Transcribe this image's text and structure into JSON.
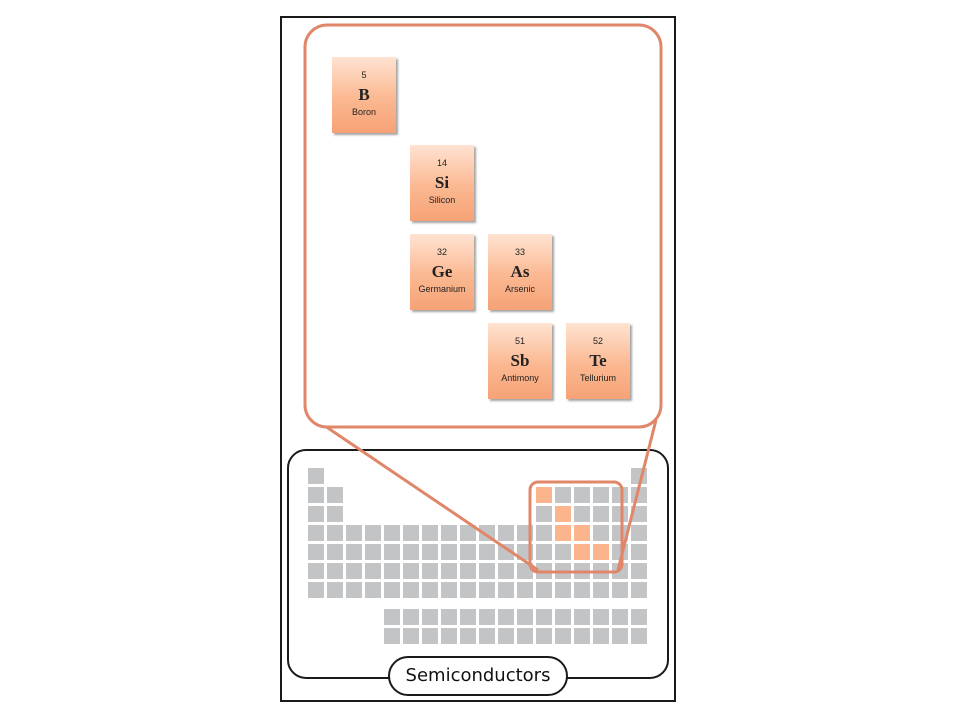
{
  "colors": {
    "accent": "#e0876a",
    "cell_gray": "#c2c4c6",
    "cell_highlight": "#fbb48c",
    "outline": "#1a1a1a"
  },
  "elements": [
    {
      "number": "5",
      "symbol": "B",
      "name": "Boron"
    },
    {
      "number": "14",
      "symbol": "Si",
      "name": "Silicon"
    },
    {
      "number": "32",
      "symbol": "Ge",
      "name": "Germanium"
    },
    {
      "number": "33",
      "symbol": "As",
      "name": "Arsenic"
    },
    {
      "number": "51",
      "symbol": "Sb",
      "name": "Antimony"
    },
    {
      "number": "52",
      "symbol": "Te",
      "name": "Tellurium"
    }
  ],
  "caption": "Semiconductors"
}
